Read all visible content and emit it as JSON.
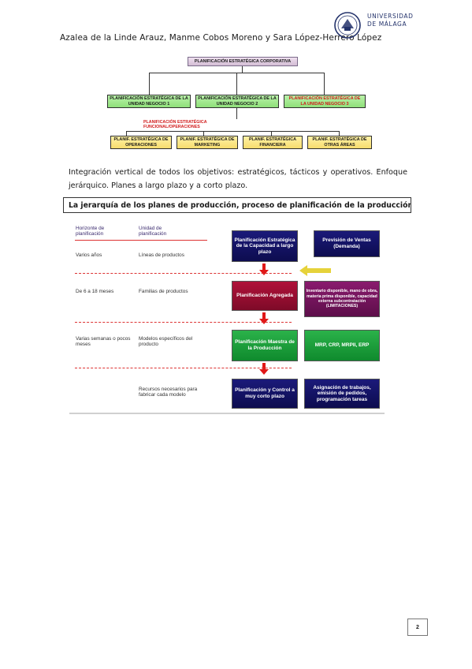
{
  "header": {
    "authors": "Azalea de la Linde Arauz, Manme Cobos Moreno y Sara López-Herrero López",
    "university_line1": "UNIVERSIDAD",
    "university_line2": "DE MÁLAGA",
    "logo_icon": "university-seal-icon",
    "brand_color": "#24336b"
  },
  "org_chart": {
    "top": "PLANIFICACIÓN ESTRATÉGICA CORPORATIVA",
    "units": [
      "PLANIFICACIÓN ESTRATÉGICA DE LA UNIDAD NEGOCIO 1",
      "PLANIFICACIÓN ESTRATÉGICA DE LA UNIDAD NEGOCIO 2",
      "PLANIFICACIÓN ESTRATÉGICA DE LA UNIDAD NEGOCIO 3"
    ],
    "functional_label_line1": "PLANIFICACIÓN ESTRATÉGICA",
    "functional_label_line2": "FUNCIONAL/OPERACIONES",
    "functional": [
      "PLANIF. ESTRATÉGICA DE OPERACIONES",
      "PLANIF. ESTRATÉGICA DE MARKETING",
      "PLANIF. ESTRATÉGICA FINANCIERA",
      "PLANIF. ESTRATÉGICA DE OTRAS ÁREAS"
    ]
  },
  "paragraph": "Integración vertical de todos los objetivos: estratégicos, tácticos y operativos. Enfoque jerárquico. Planes a largo plazo y a corto plazo.",
  "caption": "La jerarquía de los planes de producción, proceso de planificación de la producción.",
  "hierarchy": {
    "col1_header": "Horizonte de planificación",
    "col2_header": "Unidad de planificación",
    "rows": [
      {
        "horizon": "Varios años",
        "unit": "Líneas de productos",
        "plan": "Planificación Estratégica de la Capacidad a largo plazo",
        "input": "Previsión de Ventas (Demanda)"
      },
      {
        "horizon": "De 6 a 18 meses",
        "unit": "Familias de productos",
        "plan": "Planificación Agregada",
        "input": "Inventario disponible, mano de obra, materia prima disponible, capacidad externa subcontratación (LIMITACIONES)"
      },
      {
        "horizon": "Varias semanas o pocos meses",
        "unit": "Modelos específicos del producto",
        "plan": "Planificación Maestra de la Producción",
        "input": "MRP, CRP, MRPII, ERP"
      },
      {
        "horizon": "",
        "unit": "Recursos necesarios para fabricar cada modelo",
        "plan": "Planificación y Control a muy corto plazo",
        "input": "Asignación de trabajos, emisión de pedidos, programación tareas"
      }
    ]
  },
  "page_number": "2"
}
